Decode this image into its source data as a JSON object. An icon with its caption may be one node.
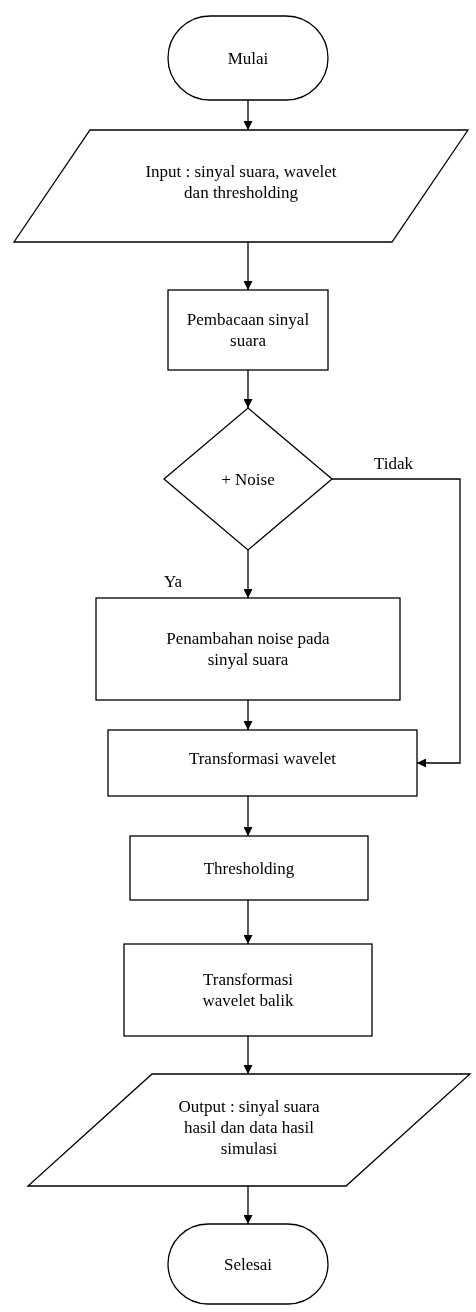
{
  "diagram": {
    "nodes": [
      {
        "text": [
          "Mulai"
        ]
      },
      {
        "text": [
          "Input : sinyal suara, wavelet dan thresholding"
        ]
      },
      {
        "text": [
          "Pembacaan sinyal suara"
        ]
      },
      {
        "text": [
          "+ Noise"
        ]
      },
      {
        "text": [
          "Penambahan noise pada sinyal suara"
        ]
      },
      {
        "text": [
          "Transformasi wavelet"
        ]
      },
      {
        "text": [
          "Thresholding"
        ]
      },
      {
        "text": [
          "Transformasi wavelet balik"
        ]
      },
      {
        "text": [
          "Output : sinyal suara hasil dan data hasil simulasi"
        ]
      },
      {
        "text": [
          "Selesai"
        ]
      }
    ],
    "edges": [
      {
        "from": 0,
        "to": 1,
        "arrow": "to"
      },
      {
        "from": 1,
        "to": 2,
        "arrow": "to"
      },
      {
        "from": 2,
        "to": 3,
        "arrow": "to"
      },
      {
        "from": 3,
        "to": 4,
        "arrow": "to",
        "label": "Ya"
      },
      {
        "from": 3,
        "to": 5,
        "arrow": "to",
        "label": "Tidak"
      },
      {
        "from": 4,
        "to": 5,
        "arrow": "to"
      },
      {
        "from": 5,
        "to": 6,
        "arrow": "to"
      },
      {
        "from": 6,
        "to": 7,
        "arrow": "to"
      },
      {
        "from": 7,
        "to": 8,
        "arrow": "to"
      },
      {
        "from": 8,
        "to": 9,
        "arrow": "to"
      }
    ]
  }
}
